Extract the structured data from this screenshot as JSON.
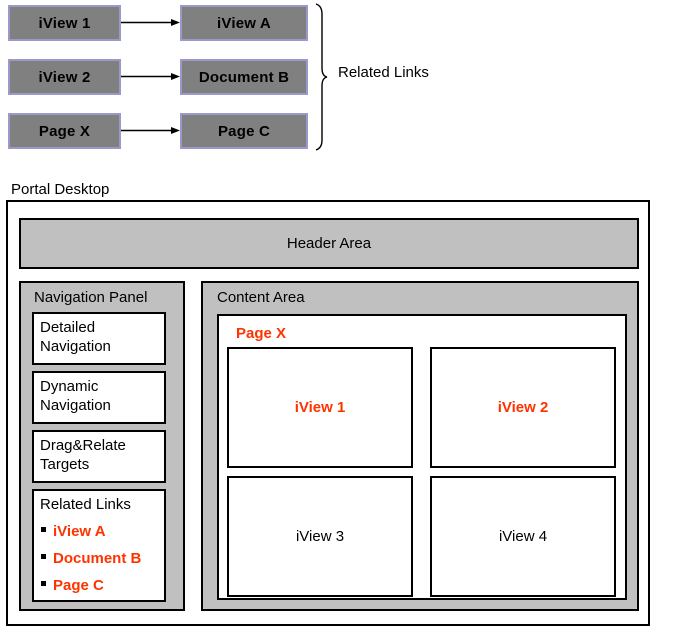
{
  "relation_diagram": {
    "label": "Related Links",
    "pairs": [
      {
        "source": "iView 1",
        "target": "iView A"
      },
      {
        "source": "iView 2",
        "target": "Document B"
      },
      {
        "source": "Page X",
        "target": "Page C"
      }
    ],
    "colors": {
      "box_fill": "#808080",
      "box_border": "#9999cc",
      "arrow": "#000000"
    },
    "icons": {
      "arrow": "arrow-right-icon",
      "brace": "curly-brace-icon"
    }
  },
  "portal_desktop": {
    "label": "Portal Desktop",
    "header": {
      "title": "Header Area"
    },
    "navigation_panel": {
      "title": "Navigation Panel",
      "boxes": [
        {
          "line1": "Detailed",
          "line2": "Navigation"
        },
        {
          "line1": "Dynamic",
          "line2": "Navigation"
        },
        {
          "line1": "Drag&Relate",
          "line2": "Targets"
        }
      ],
      "related_links": {
        "title": "Related Links",
        "items": [
          {
            "label": "iView A"
          },
          {
            "label": "Document B"
          },
          {
            "label": "Page C"
          }
        ]
      }
    },
    "content_area": {
      "title": "Content Area",
      "page": {
        "title": "Page X",
        "iviews": [
          {
            "label": "iView 1",
            "highlighted": true
          },
          {
            "label": "iView 2",
            "highlighted": true
          },
          {
            "label": "iView 3",
            "highlighted": false
          },
          {
            "label": "iView 4",
            "highlighted": false
          }
        ]
      }
    },
    "colors": {
      "panel_fill": "#c0c0c0",
      "page_fill": "#ffffff",
      "border": "#000000",
      "highlight_text": "#ff3300"
    }
  }
}
